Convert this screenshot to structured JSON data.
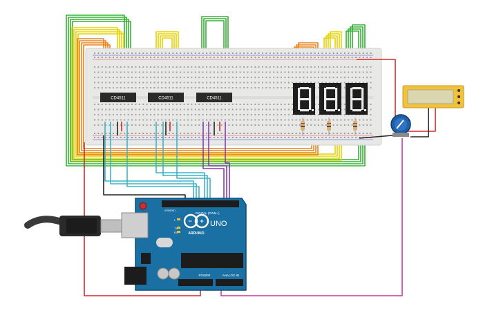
{
  "breadboard": {
    "chips": [
      {
        "label": "CD4511"
      },
      {
        "label": "CD4511"
      },
      {
        "label": "CD4511"
      }
    ],
    "displays": [
      {
        "digit": "8."
      },
      {
        "digit": "8."
      },
      {
        "digit": "8."
      }
    ]
  },
  "arduino": {
    "brand_text": "ARDUINO",
    "model_text": "UNO",
    "digital_label": "DIGITAL (PWM~)",
    "power_label": "POWER",
    "analog_label": "ANALOG IN",
    "tx_label": "TX",
    "rx_label": "RX",
    "l_label": "L",
    "aref_label": "AREF",
    "gnd_label": "GND"
  },
  "colors": {
    "breadboard": "#e8e8e6",
    "arduino_board": "#1a6fa3",
    "wire_green": "#35b035",
    "wire_yellow": "#e6d200",
    "wire_orange": "#e8821a",
    "wire_red": "#d42a2a",
    "wire_cyan": "#3db4c8",
    "wire_purple": "#8a3ab0",
    "wire_magenta": "#c23c9a",
    "wire_black": "#222222",
    "lcd_screen": "#d9d6b0",
    "lcd_body": "#f2c33a",
    "display_body": "#1e1e1e",
    "segment_on": "#e8e8e8",
    "potentiometer": "#1f5fa8"
  }
}
